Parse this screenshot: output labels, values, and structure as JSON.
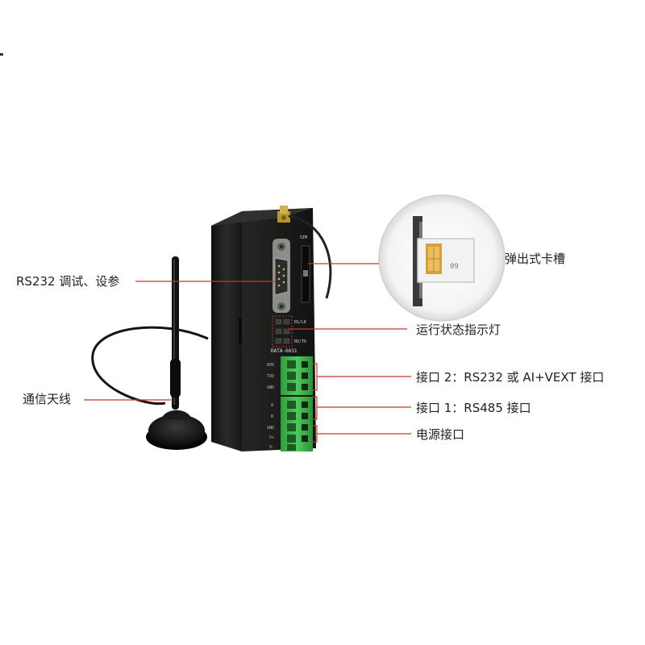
{
  "callouts": {
    "debug_port": "RS232 调试、设参",
    "sim_slot": "弹出式卡槽",
    "status_leds": "运行状态指示灯",
    "port2": "接口 2：RS232 或 AI+VEXT 接口",
    "port1": "接口 1：RS485 接口",
    "power": "电源接口",
    "antenna": "通信天线"
  },
  "device": {
    "model": "DATA-6631",
    "sim_label": "SIM",
    "led_labels": [
      "RS/LK",
      "RD/TD"
    ],
    "terminal_labels": [
      "RXD",
      "TXD",
      "GND",
      "A",
      "B",
      "GND",
      "V+",
      "V-"
    ],
    "sim_card_number": "09"
  },
  "colors": {
    "leader_line": "#c0392b",
    "device_body": "#1e1f1e",
    "terminal_green": "#3cb54a"
  }
}
